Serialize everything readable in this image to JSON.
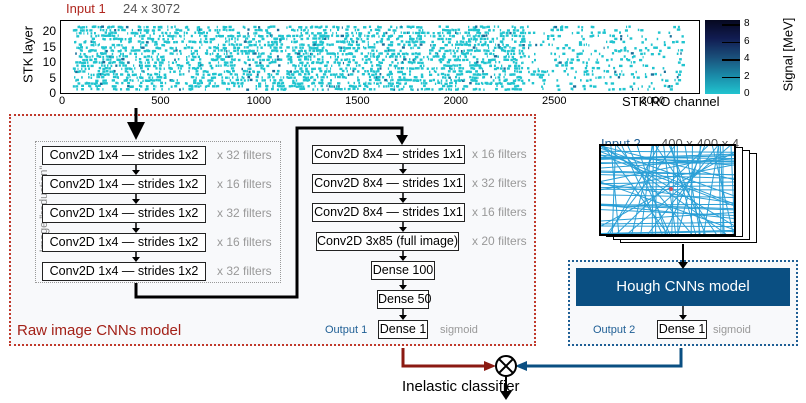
{
  "input1": {
    "label": "Input 1",
    "dims": "24 x 3072"
  },
  "chart_data": {
    "type": "heatmap",
    "title": "",
    "xlabel": "STK RO channel",
    "ylabel": "STK layer",
    "xlim": [
      0,
      3072
    ],
    "ylim": [
      0,
      24
    ],
    "xticks": [
      "0",
      "500",
      "1000",
      "1500",
      "2000",
      "2500",
      "3000"
    ],
    "yticks": [
      "0",
      "5",
      "10",
      "15",
      "20"
    ],
    "colorbar": {
      "label": "Signal [MeV]",
      "range": [
        0,
        8.5
      ],
      "ticks": [
        "0",
        "2",
        "4",
        "6",
        "8"
      ],
      "colors": [
        "#21c4cf",
        "#060820"
      ]
    },
    "notes": "Sparse hits on 24 layers, dense between channels ~100 and ~2300, sparse to ~3150"
  },
  "raw_model": {
    "title": "Raw image CNNs model",
    "reduction_label": "Image \"reduction\"",
    "reduction_layers": [
      {
        "label": "Conv2D 1x4 — strides 1x2",
        "filters": "x 32 filters"
      },
      {
        "label": "Conv2D 1x4 — strides 1x2",
        "filters": "x 16 filters"
      },
      {
        "label": "Conv2D 1x4 — strides 1x2",
        "filters": "x 32 filters"
      },
      {
        "label": "Conv2D 1x4 — strides 1x2",
        "filters": "x 16 filters"
      },
      {
        "label": "Conv2D 1x4 — strides 1x2",
        "filters": "x 32 filters"
      }
    ],
    "conv_layers": [
      {
        "label": "Conv2D 8x4 — strides 1x1",
        "filters": "x 16 filters"
      },
      {
        "label": "Conv2D 8x4 — strides 1x1",
        "filters": "x 32 filters"
      },
      {
        "label": "Conv2D 8x4 — strides 1x1",
        "filters": "x 16 filters"
      },
      {
        "label": "Conv2D 3x85 (full image)",
        "filters": "x 20 filters"
      }
    ],
    "dense_layers": [
      "Dense 100",
      "Dense 50"
    ],
    "output_label": "Output 1",
    "output_layer": "Dense 1",
    "activation": "sigmoid"
  },
  "input2": {
    "label": "Input 2",
    "dims": "400 x 400 x 4"
  },
  "hough_model": {
    "title": "Hough CNNs model",
    "output_label": "Output 2",
    "output_layer": "Dense 1",
    "activation": "sigmoid"
  },
  "classifier": {
    "label": "Inelastic classifier",
    "symbol": "⊗"
  },
  "colors": {
    "input1": "#b0271f",
    "raw_model": "#a32118",
    "hough": "#0a4f82",
    "output": "#1f5f95",
    "hits": "#21c4cf",
    "tracks": "#2a9fd6"
  }
}
